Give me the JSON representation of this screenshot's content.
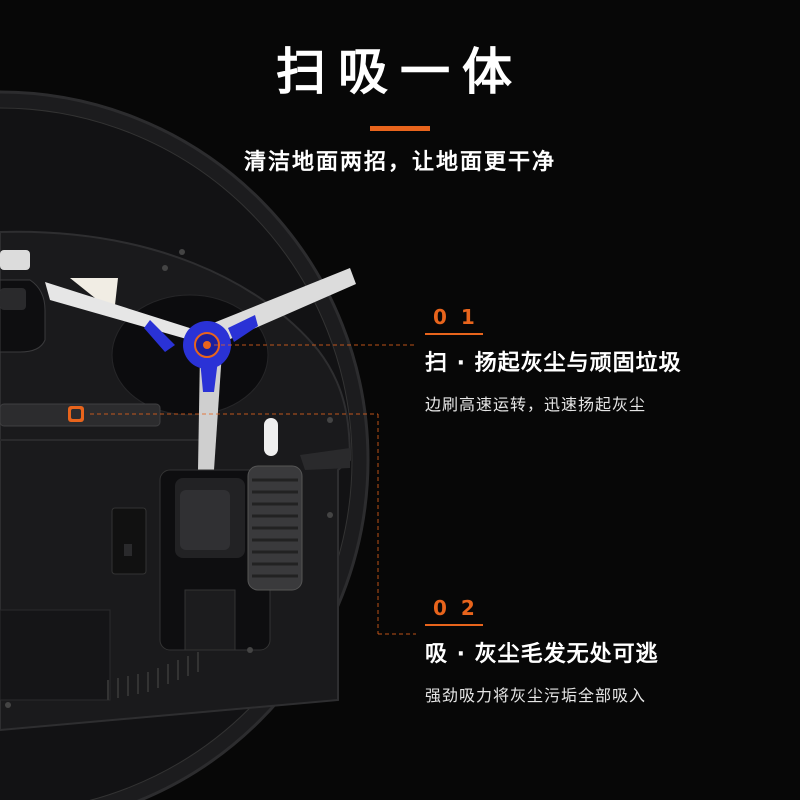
{
  "header": {
    "title": "扫吸一体",
    "subtitle": "清洁地面两招，让地面更干净"
  },
  "features": [
    {
      "number": "01",
      "headline": "扫 · 扬起灰尘与顽固垃圾",
      "description": "边刷高速运转，迅速扬起灰尘"
    },
    {
      "number": "02",
      "headline": "吸 · 灰尘毛发无处可逃",
      "description": "强劲吸力将灰尘污垢全部吸入"
    }
  ],
  "colors": {
    "background": "#070707",
    "accent": "#e8641c",
    "brush": "#2a32d6"
  }
}
